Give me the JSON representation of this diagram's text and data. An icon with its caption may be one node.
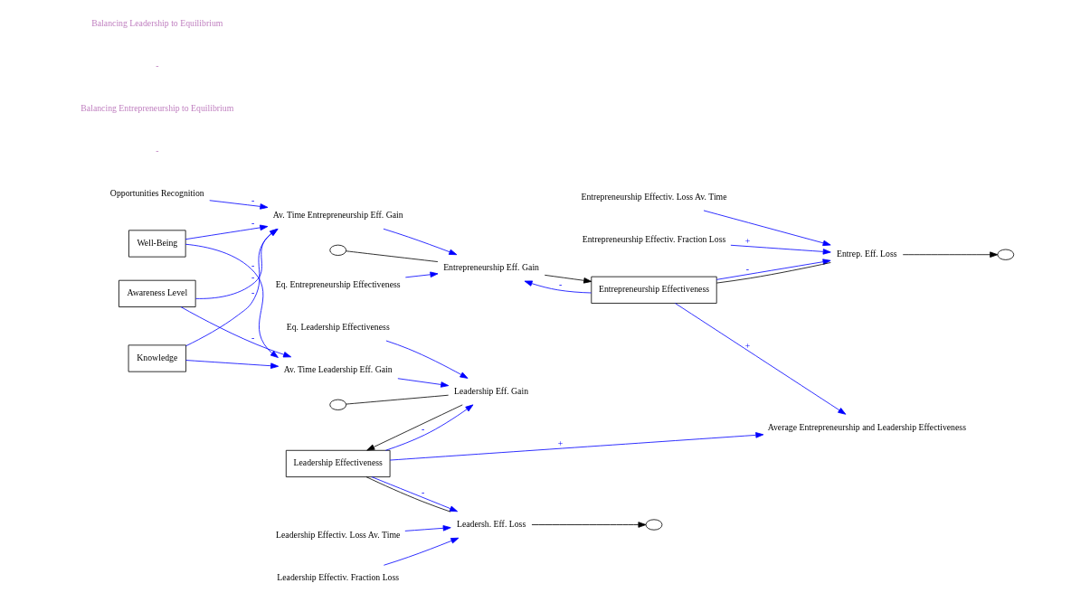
{
  "diagram": {
    "nodes": [
      {
        "text": [
          "Opportunities Recognition"
        ]
      },
      {
        "text": [
          "Knowledge"
        ]
      },
      {
        "text": [
          "Awareness Level"
        ]
      },
      {
        "text": [
          "Well-Being"
        ]
      },
      {
        "text": [
          "Av. Time Entrepreneurship Eff. Gain"
        ]
      },
      {
        "text": [
          "Eq. Entrepreneurship Effectiveness"
        ]
      },
      {
        "text": [],
        "shape": "cloud"
      },
      {
        "text": [
          "Entrepreneurship Eff. Gain"
        ]
      },
      {
        "text": [
          "Entrepreneurship Effectiveness"
        ]
      },
      {
        "text": [
          "Entrepreneurship Effectiv. Loss Av. Time"
        ]
      },
      {
        "text": [
          "Entrepreneurship Effectiv. Fraction Loss"
        ]
      },
      {
        "text": [
          "Entrep. Eff. Loss"
        ]
      },
      {
        "text": [],
        "shape": "cloud"
      },
      {
        "text": [
          "Average Entrepreneurship and Leadership Effectiveness"
        ]
      },
      {
        "text": [
          "Eq. Leadership Effectiveness"
        ]
      },
      {
        "text": [],
        "shape": "cloud"
      },
      {
        "text": [
          "Leadership Eff. Gain"
        ]
      },
      {
        "text": [
          "Leadership Effectiveness"
        ]
      },
      {
        "text": [
          "Leadership Effectiv. Fraction Loss"
        ]
      },
      {
        "text": [
          "Leadersh. Eff. Loss"
        ]
      },
      {
        "text": [],
        "shape": "cloud"
      },
      {
        "text": [
          "Leadership Effectiv. Loss Av. Time"
        ]
      },
      {
        "text": [
          "Av. Time Leadership Eff. Gain"
        ]
      }
    ],
    "edges": [
      {
        "from": 0,
        "to": 4,
        "arrow": "to",
        "label": "-"
      },
      {
        "from": 1,
        "to": 4,
        "arrow": "to",
        "label": "-"
      },
      {
        "from": 2,
        "to": 4,
        "arrow": "to",
        "label": "-"
      },
      {
        "from": 3,
        "to": 4,
        "arrow": "to",
        "label": "-"
      },
      {
        "from": 4,
        "to": 7,
        "arrow": "to"
      },
      {
        "from": 5,
        "to": 7,
        "arrow": "to"
      },
      {
        "from": 8,
        "to": 7,
        "arrow": "to",
        "label": "-"
      },
      {
        "from": 6,
        "to": 7,
        "arrow": "none",
        "color": "#000000"
      },
      {
        "from": 7,
        "to": 8,
        "arrow": "to",
        "color": "#000000"
      },
      {
        "from": 8,
        "to": 11,
        "arrow": "to",
        "label": "-"
      },
      {
        "from": 9,
        "to": 11,
        "arrow": "to"
      },
      {
        "from": 10,
        "to": 11,
        "arrow": "to",
        "label": "+"
      },
      {
        "from": 8,
        "to": 11,
        "arrow": "none",
        "color": "#000000"
      },
      {
        "from": 11,
        "to": 12,
        "arrow": "to",
        "color": "#000000"
      },
      {
        "from": 8,
        "to": 13,
        "arrow": "to",
        "label": "+"
      },
      {
        "from": 17,
        "to": 13,
        "arrow": "to",
        "label": "+"
      },
      {
        "from": 14,
        "to": 16,
        "arrow": "to"
      },
      {
        "from": 17,
        "to": 16,
        "arrow": "to",
        "label": "-"
      },
      {
        "from": 15,
        "to": 16,
        "arrow": "none",
        "color": "#000000"
      },
      {
        "from": 16,
        "to": 17,
        "arrow": "to",
        "color": "#000000"
      },
      {
        "from": 17,
        "to": 19,
        "arrow": "to",
        "label": "-"
      },
      {
        "from": 18,
        "to": 19,
        "arrow": "to"
      },
      {
        "from": 21,
        "to": 19,
        "arrow": "to"
      },
      {
        "from": 17,
        "to": 19,
        "arrow": "none",
        "color": "#000000"
      },
      {
        "from": 19,
        "to": 20,
        "arrow": "to",
        "color": "#000000"
      },
      {
        "from": 22,
        "to": 16,
        "arrow": "to"
      },
      {
        "from": 1,
        "to": 22,
        "arrow": "to"
      },
      {
        "from": 2,
        "to": 22,
        "arrow": "to",
        "label": "-"
      },
      {
        "from": 3,
        "to": 22,
        "arrow": "to",
        "label": "-"
      }
    ],
    "labels": [
      "-",
      "Balancing Entrepreneurship to Equilibrium",
      "-",
      "Balancing Leadership to Equilibrium"
    ]
  }
}
